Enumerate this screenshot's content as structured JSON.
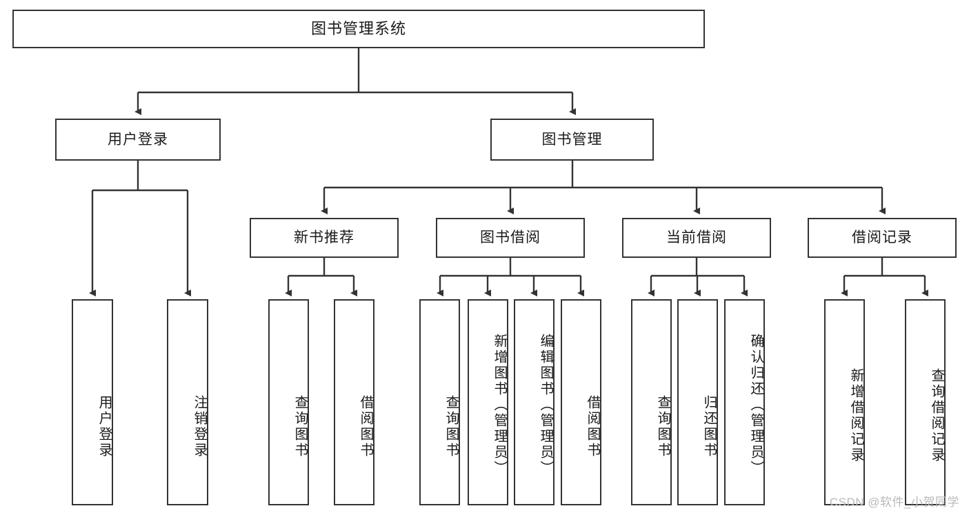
{
  "diagram": {
    "title": "图书管理系统",
    "type": "tree",
    "root": {
      "label": "图书管理系统"
    },
    "level2": [
      {
        "id": "user-login",
        "label": "用户登录"
      },
      {
        "id": "book-manage",
        "label": "图书管理"
      }
    ],
    "level3": [
      {
        "id": "new-book-rec",
        "label": "新书推荐",
        "parent": "book-manage"
      },
      {
        "id": "book-borrow",
        "label": "图书借阅",
        "parent": "book-manage"
      },
      {
        "id": "current-borrow",
        "label": "当前借阅",
        "parent": "book-manage"
      },
      {
        "id": "borrow-record",
        "label": "借阅记录",
        "parent": "book-manage"
      }
    ],
    "leaves": {
      "user_login": [
        {
          "id": "leaf-user-login",
          "label": "用户登录"
        },
        {
          "id": "leaf-user-logout",
          "label": "注销登录"
        }
      ],
      "new_book_rec": [
        {
          "id": "leaf-query-book-1",
          "label": "查询图书"
        },
        {
          "id": "leaf-borrow-book-1",
          "label": "借阅图书"
        }
      ],
      "book_borrow": [
        {
          "id": "leaf-query-book-2",
          "label": "查询图书"
        },
        {
          "id": "leaf-add-book",
          "label": "新增图书（管理员）"
        },
        {
          "id": "leaf-edit-book",
          "label": "编辑图书（管理员）"
        },
        {
          "id": "leaf-borrow-book-2",
          "label": "借阅图书"
        }
      ],
      "current_borrow": [
        {
          "id": "leaf-query-book-3",
          "label": "查询图书"
        },
        {
          "id": "leaf-return-book",
          "label": "归还图书"
        },
        {
          "id": "leaf-confirm-return",
          "label": "确认归还（管理员）"
        }
      ],
      "borrow_record": [
        {
          "id": "leaf-add-record",
          "label": "新增借阅记录"
        },
        {
          "id": "leaf-query-record",
          "label": "查询借阅记录"
        }
      ]
    },
    "watermark": "CSDN @软件_小贺同学",
    "colors": {
      "stroke": "#333333",
      "box_fill": "#ffffff",
      "text": "#1a1a1a",
      "watermark": "#b9b9b9",
      "background": "#ffffff"
    }
  }
}
